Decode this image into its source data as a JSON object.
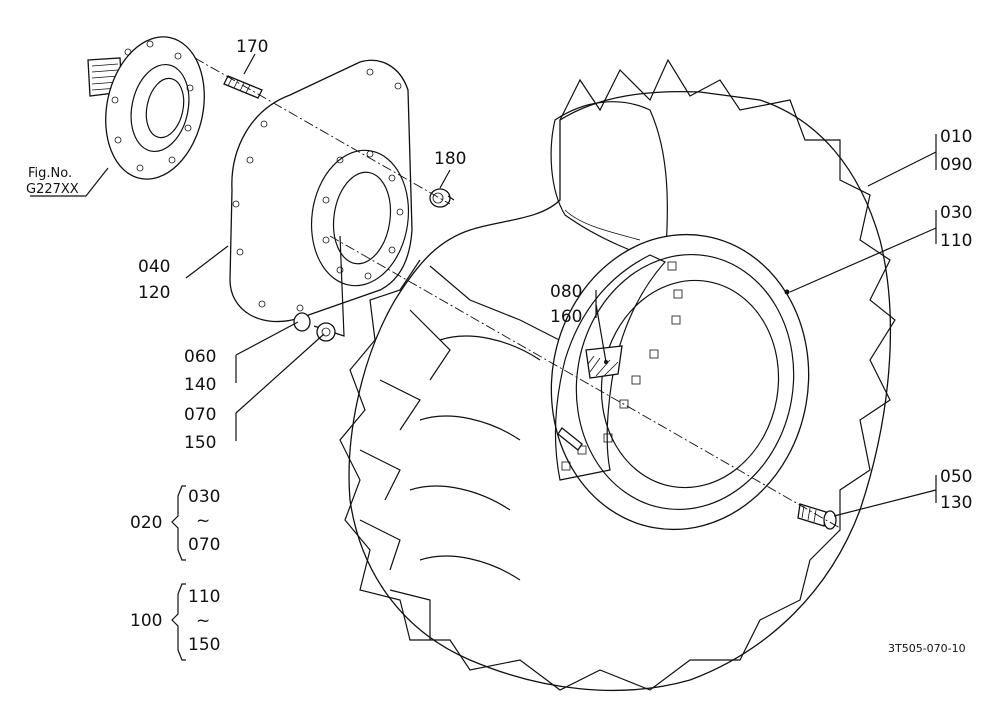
{
  "diagram": {
    "labels": {
      "p170": "170",
      "p180": "180",
      "fig_no": "Fig.No.",
      "fig_ref": "G227XX",
      "p040": "040",
      "p120": "120",
      "p060": "060",
      "p140": "140",
      "p070": "070",
      "p150": "150",
      "p010": "010",
      "p090": "090",
      "p030": "030",
      "p110": "110",
      "p080": "080",
      "p160": "160",
      "p050": "050",
      "p130": "130",
      "g020": "020",
      "g020_from": "030",
      "g020_to": "070",
      "g100": "100",
      "g100_from": "110",
      "g100_to": "150",
      "tilde": "~",
      "drawing_code": "3T505-070-10"
    }
  }
}
